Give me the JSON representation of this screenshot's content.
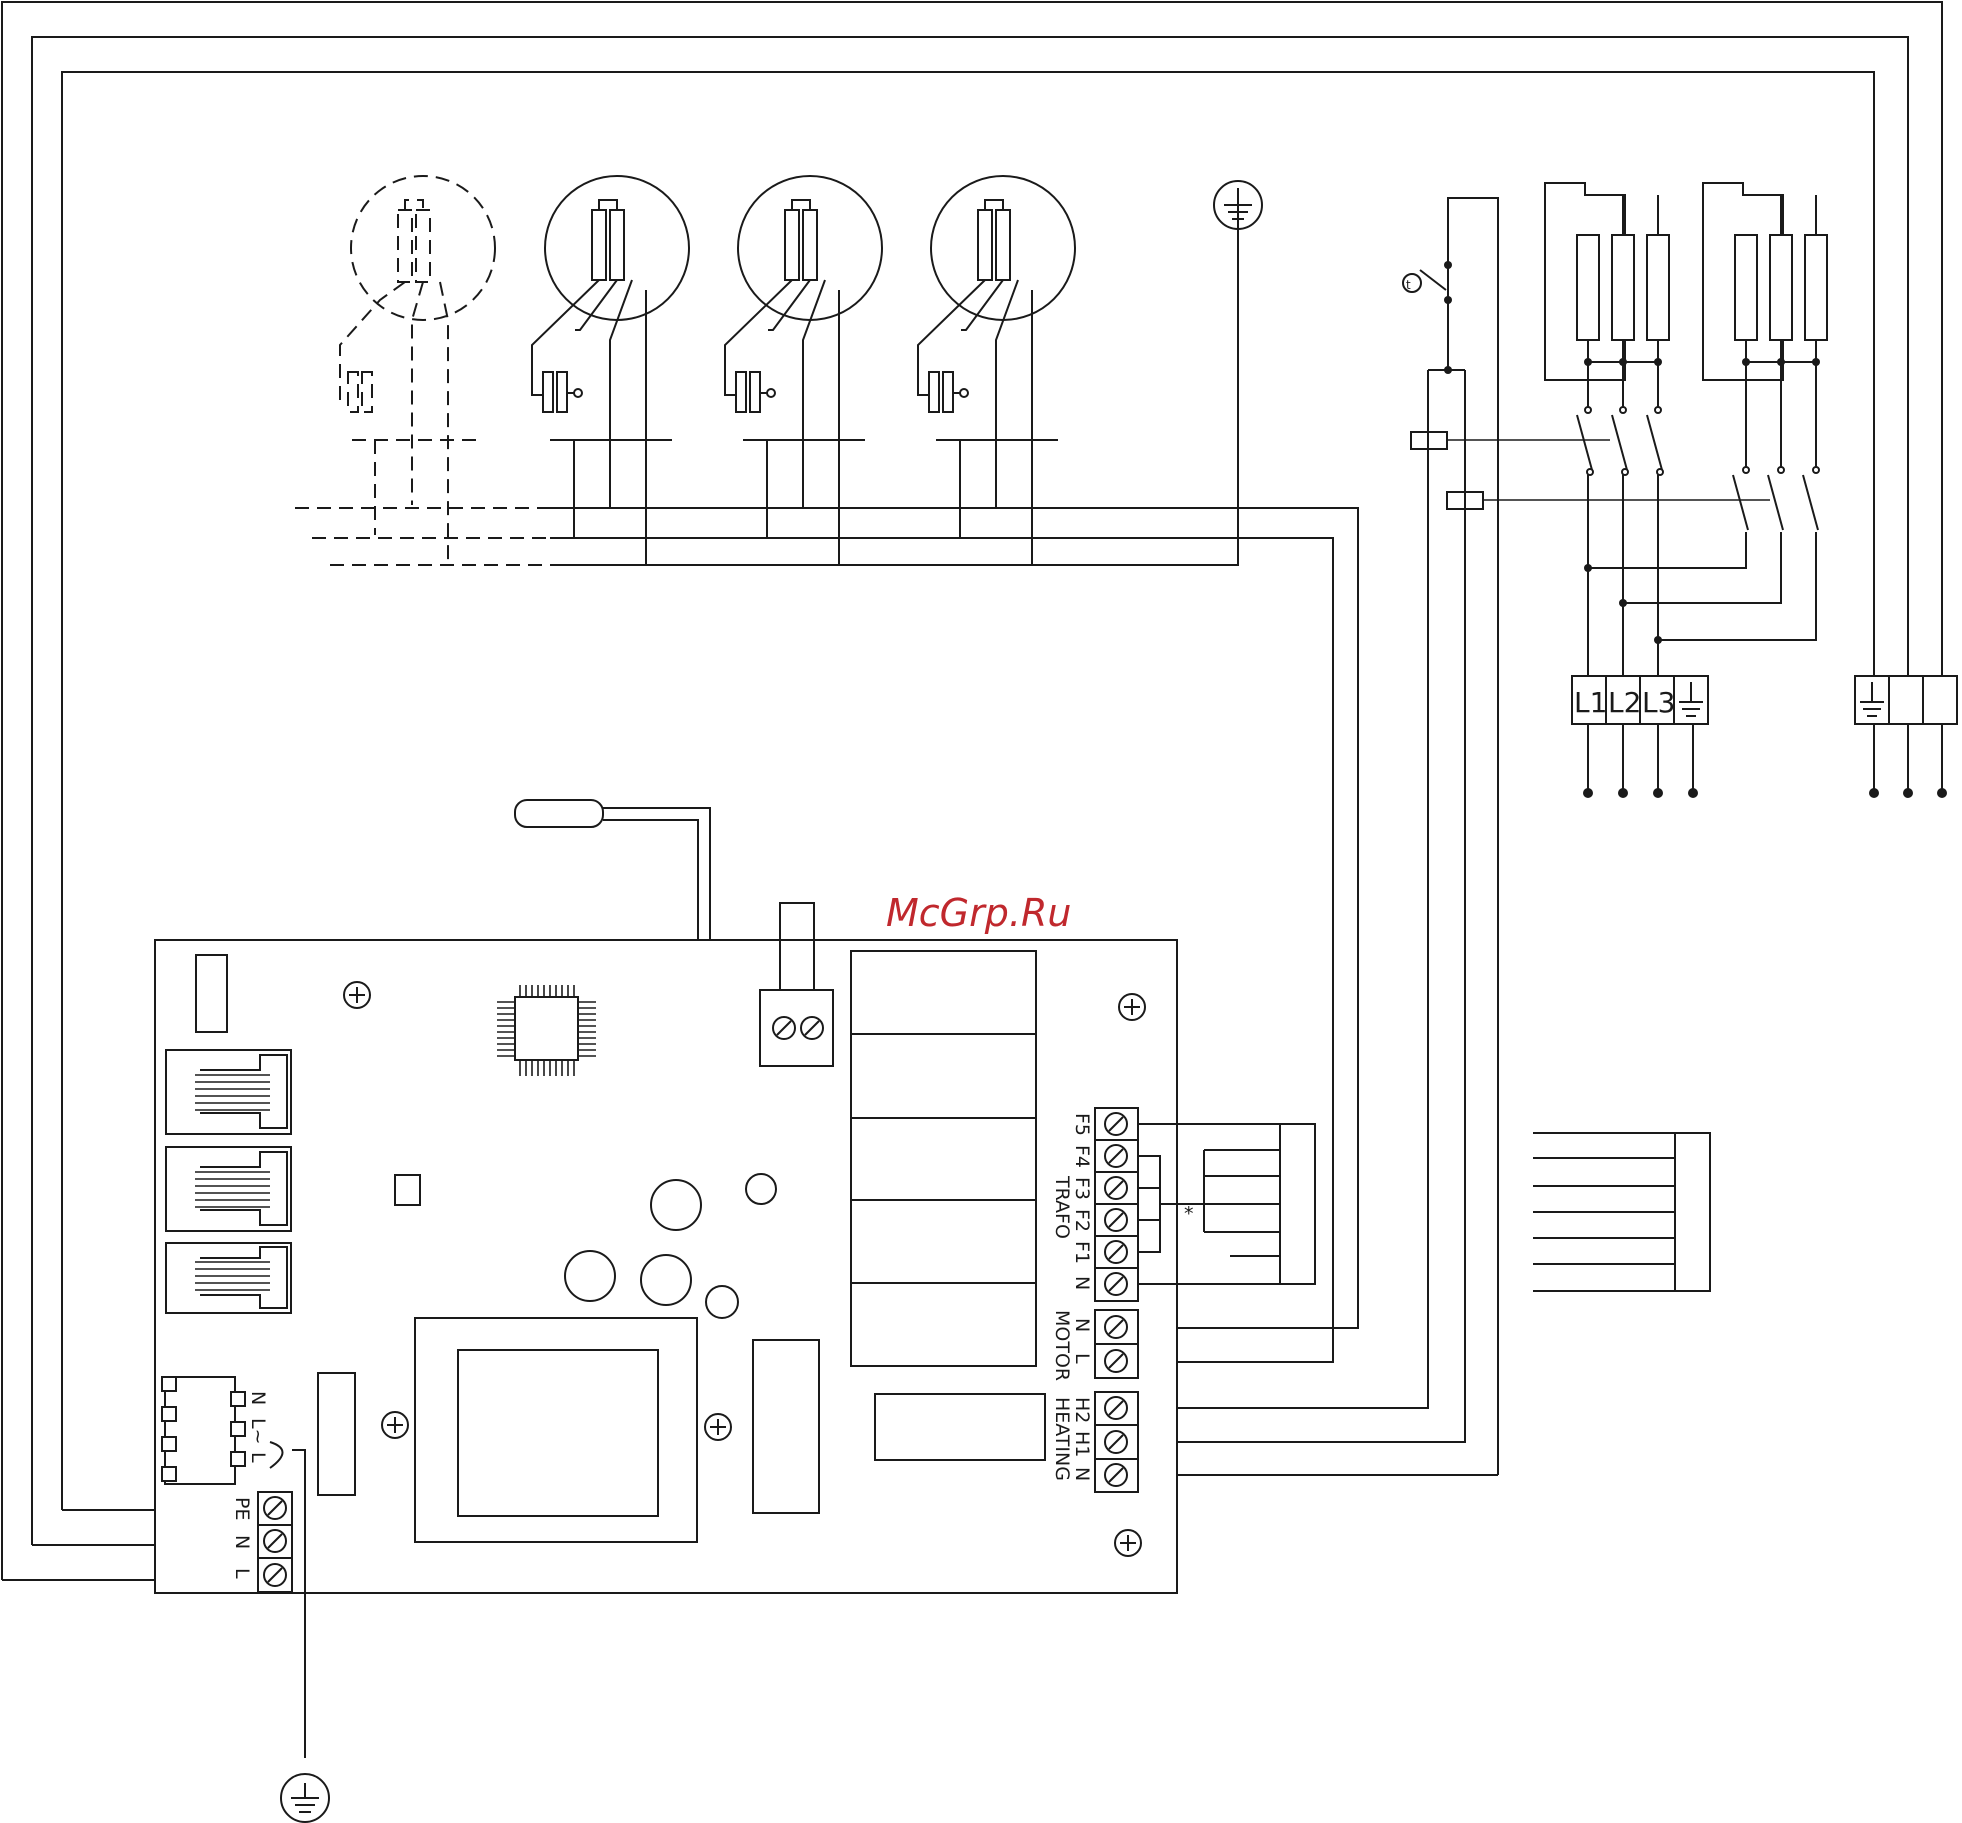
{
  "watermark": {
    "text": "McGrp.Ru",
    "color": "#c0282d"
  },
  "trafo": {
    "group_label": "TRAFO",
    "terminals": [
      "F5",
      "F4",
      "F3",
      "F2",
      "F1",
      "N"
    ],
    "asterisk": "*"
  },
  "motor": {
    "group_label": "MOTOR",
    "terminals": [
      "N",
      "L"
    ]
  },
  "heating": {
    "group_label": "HEATING",
    "terminals": [
      "H2",
      "H1",
      "N"
    ]
  },
  "supply": {
    "terminals": [
      "PE",
      "N",
      "L"
    ],
    "aux_labels": [
      "N",
      "L~",
      "L"
    ]
  },
  "three_phase": {
    "labels": [
      "L1",
      "L2",
      "L3"
    ]
  },
  "colors": {
    "line": "#1a1a1a",
    "background": "#ffffff"
  }
}
